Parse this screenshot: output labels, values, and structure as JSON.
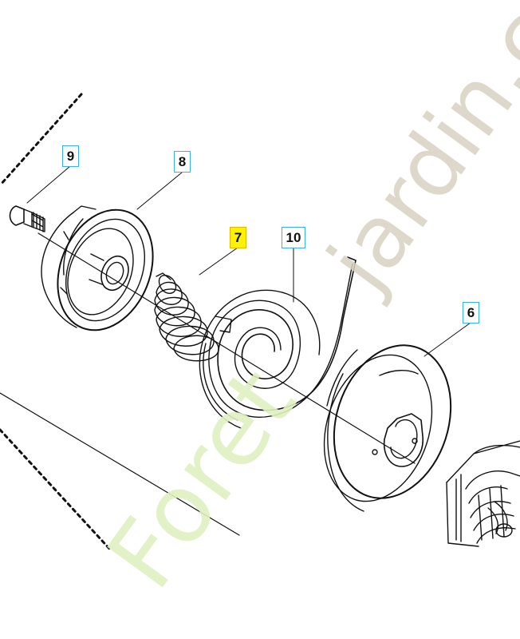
{
  "callouts": {
    "c9": "9",
    "c8": "8",
    "c7": "7",
    "c10": "10",
    "c6": "6"
  },
  "watermark": {
    "part1": "Foret",
    "part2": "jardin.com"
  },
  "colors": {
    "line": "#111111",
    "callout_border": "#38b3e6",
    "callout_highlight": "#fff200",
    "watermark_green": "#dff0c0",
    "watermark_gray": "#d9d2c2"
  }
}
